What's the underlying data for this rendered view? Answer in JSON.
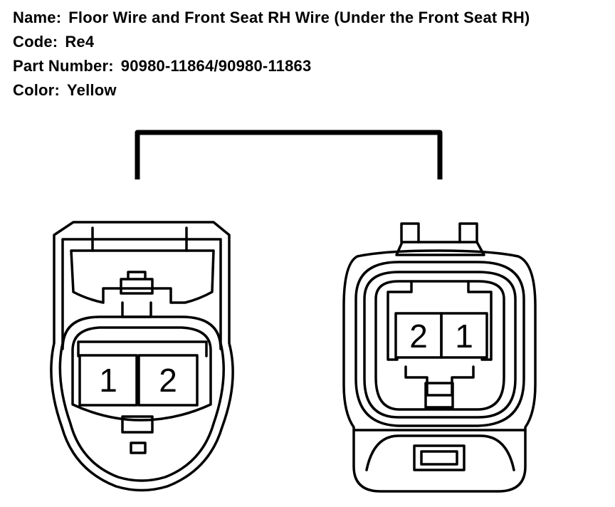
{
  "info": {
    "name_label": "Name:",
    "name_value": "Floor Wire and Front Seat RH Wire (Under the Front Seat RH)",
    "code_label": "Code:",
    "code_value": "Re4",
    "part_label": "Part Number:",
    "part_value": "90980-11864/90980-11863",
    "color_label": "Color:",
    "color_value": "Yellow"
  },
  "connectors": {
    "left": {
      "pins": [
        "1",
        "2"
      ]
    },
    "right": {
      "pins": [
        "2",
        "1"
      ]
    }
  },
  "colors": {
    "line": "#000000",
    "background": "#ffffff"
  }
}
